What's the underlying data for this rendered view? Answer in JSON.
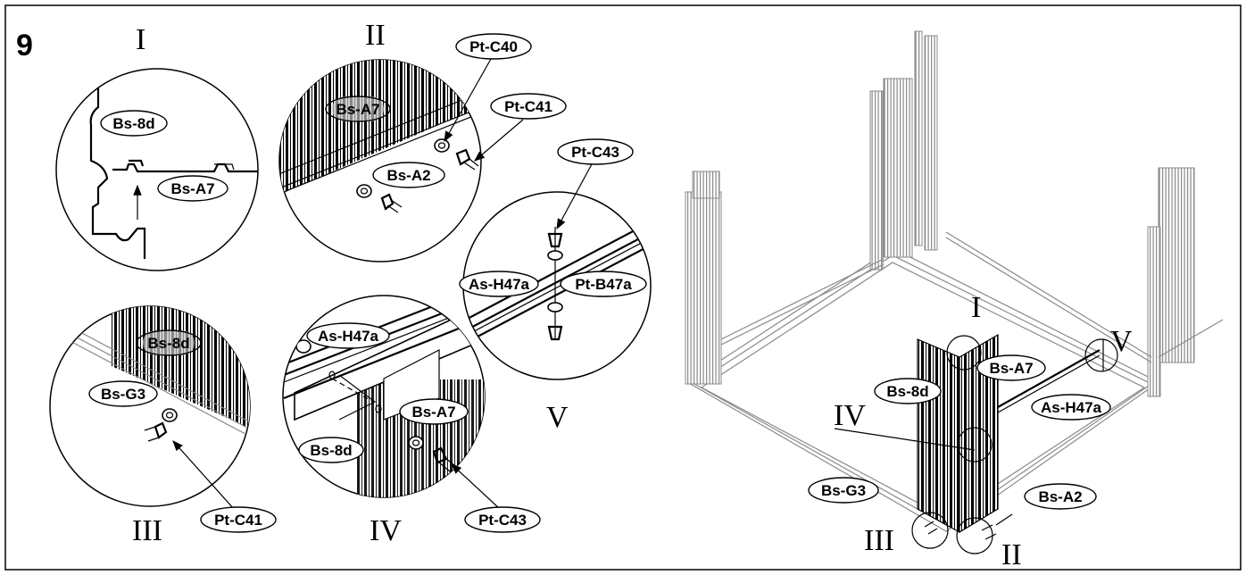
{
  "step": "9",
  "details": {
    "I": {
      "label": "I",
      "tags": [
        "Bs-8d",
        "Bs-A7"
      ]
    },
    "II": {
      "label": "II",
      "tags": [
        "Pt-C40",
        "Pt-C41",
        "Bs-A7",
        "Bs-A2"
      ]
    },
    "III": {
      "label": "III",
      "tags": [
        "Bs-8d",
        "Bs-G3",
        "Pt-C41"
      ]
    },
    "IV": {
      "label": "IV",
      "tags": [
        "As-H47a",
        "Bs-A7",
        "Bs-8d",
        "Pt-C43"
      ]
    },
    "V": {
      "label": "V",
      "tags": [
        "Pt-C43",
        "As-H47a",
        "Pt-B47a"
      ]
    }
  },
  "overview": {
    "labels": {
      "I": "I",
      "II": "II",
      "III": "III",
      "IV": "IV",
      "V": "V"
    },
    "tags": [
      "Bs-A7",
      "Bs-8d",
      "As-H47a",
      "Bs-G3",
      "Bs-A2"
    ]
  }
}
